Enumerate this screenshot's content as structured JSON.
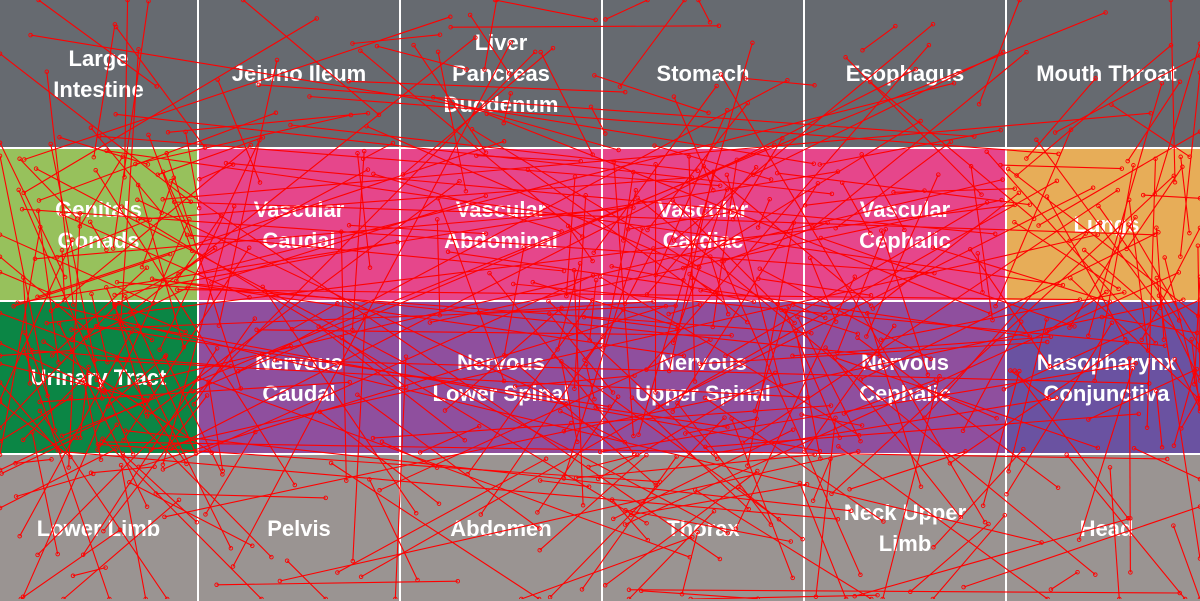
{
  "colors": {
    "digestive": "#666a70",
    "genitals": "#97c15c",
    "vascular": "#e6468b",
    "lungs": "#e7ad58",
    "urinary": "#0b8645",
    "nervous": "#8f4f9e",
    "nasopharynx": "#6a52a1",
    "body": "#9a9492",
    "network_line": "#ff0000"
  },
  "rows": [
    [
      {
        "label": "Large\nIntestine",
        "color": "digestive"
      },
      {
        "label": "Jejuno Ileum",
        "color": "digestive"
      },
      {
        "label": "Liver\nPancreas\nDuodenum",
        "color": "digestive"
      },
      {
        "label": "Stomach",
        "color": "digestive"
      },
      {
        "label": "Esophagus",
        "color": "digestive"
      },
      {
        "label": "Mouth Throat",
        "color": "digestive"
      }
    ],
    [
      {
        "label": "Genitals\nGonads",
        "color": "genitals"
      },
      {
        "label": "Vascular\nCaudal",
        "color": "vascular"
      },
      {
        "label": "Vascular\nAbdominal",
        "color": "vascular"
      },
      {
        "label": "Vascular\nCardiac",
        "color": "vascular"
      },
      {
        "label": "Vascular\nCephalic",
        "color": "vascular"
      },
      {
        "label": "Lungs",
        "color": "lungs"
      }
    ],
    [
      {
        "label": "Urinary Tract",
        "color": "urinary"
      },
      {
        "label": "Nervous\nCaudal",
        "color": "nervous"
      },
      {
        "label": "Nervous\nLower Spinal",
        "color": "nervous"
      },
      {
        "label": "Nervous\nUpper Spinal",
        "color": "nervous"
      },
      {
        "label": "Nervous\nCephalic",
        "color": "nervous"
      },
      {
        "label": "Nasopharynx\nConjunctiva",
        "color": "nasopharynx"
      }
    ],
    [
      {
        "label": "Lower Limb",
        "color": "body"
      },
      {
        "label": "Pelvis",
        "color": "body"
      },
      {
        "label": "Abdomen",
        "color": "body"
      },
      {
        "label": "Thorax",
        "color": "body"
      },
      {
        "label": "Neck Upper\nLimb",
        "color": "body"
      },
      {
        "label": "Head",
        "color": "body"
      }
    ]
  ]
}
